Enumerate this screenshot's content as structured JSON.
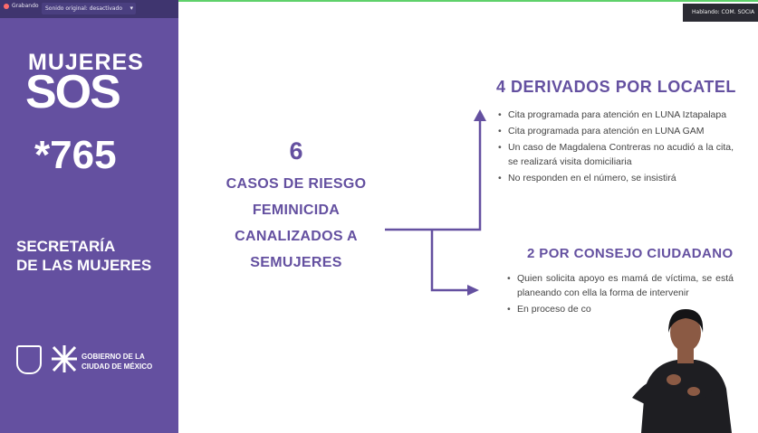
{
  "meeting": {
    "recording_label": "Grabando",
    "audio_label": "Sonido original: desactivado",
    "speaking_label": "Hablando: COM. SOCIA"
  },
  "sidebar": {
    "logo_line1": "MUJERES",
    "logo_line2": "SOS",
    "phone_number": "*765",
    "dept_line1": "SECRETARÍA",
    "dept_line2": "DE LAS MUJERES",
    "gov_line1": "GOBIERNO DE LA",
    "gov_line2": "CIUDAD DE MÉXICO"
  },
  "main": {
    "count": "6",
    "lines": [
      "CASOS DE RIESGO",
      "FEMINICIDA",
      "CANALIZADOS A",
      "SEMUJERES"
    ],
    "branch1": {
      "title": "4 DERIVADOS POR LOCATEL",
      "items": [
        "Cita programada para atención en LUNA Iztapalapa",
        "Cita programada para atención en LUNA GAM",
        "Un caso de Magdalena Contreras no acudió a la cita, se realizará visita domiciliaria",
        "No responden en el número, se insistirá"
      ]
    },
    "branch2": {
      "title": "2 POR CONSEJO CIUDADANO",
      "items": [
        "Quien solicita apoyo es mamá de víctima, se está planeando con ella la forma de intervenir",
        "En proceso de co"
      ]
    }
  },
  "colors": {
    "brand_purple": "#6450a0",
    "meeting_bar": "#3f356f",
    "recording_dot": "#ff6b6b",
    "active_speaker": "#5fd16a"
  }
}
